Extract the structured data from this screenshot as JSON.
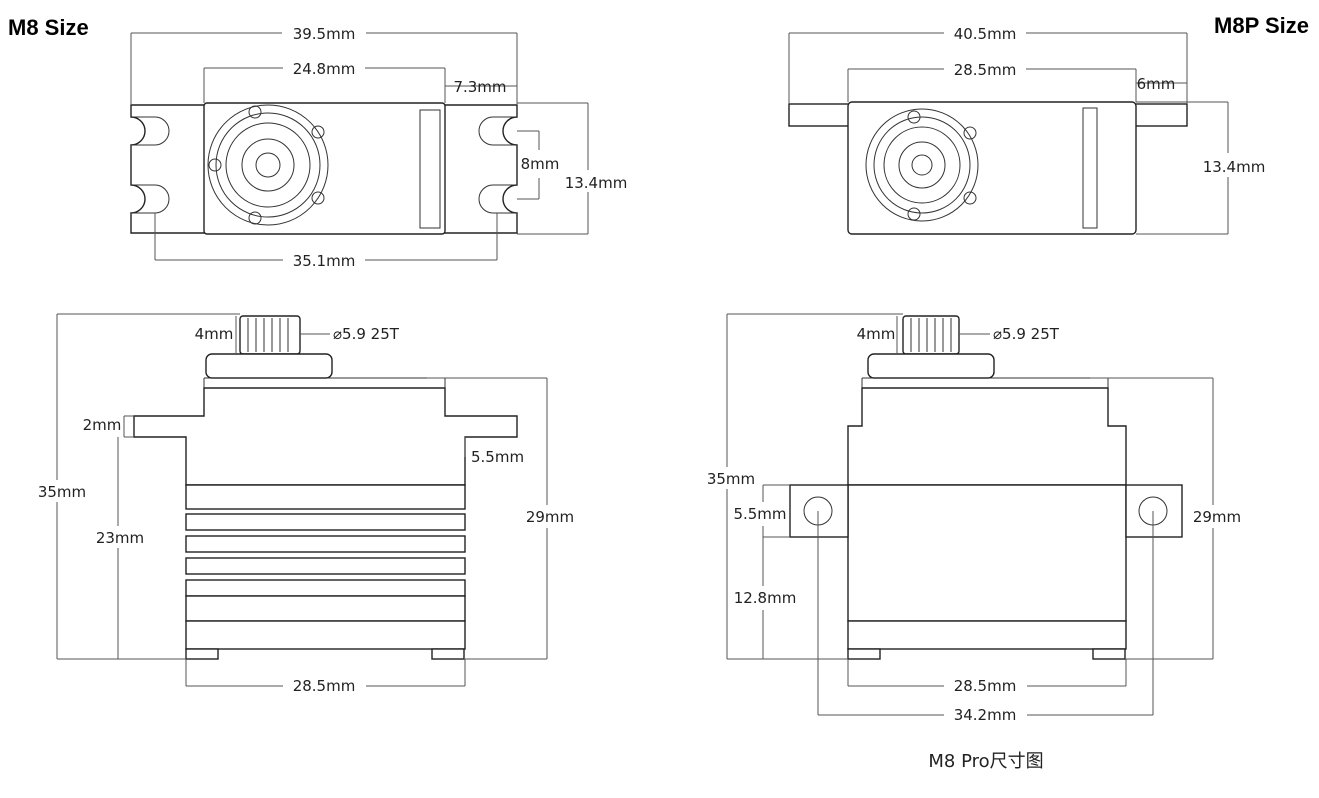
{
  "titles": {
    "left": "M8 Size",
    "right": "M8P Size"
  },
  "caption": "M8 Pro尺寸图",
  "m8_top": {
    "total_width": "39.5mm",
    "case_width": "24.8mm",
    "tab_width": "7.3mm",
    "hole_spacing_v": "8mm",
    "height": "13.4mm",
    "hole_spacing_h": "35.1mm"
  },
  "m8p_top": {
    "total_width": "40.5mm",
    "case_width": "28.5mm",
    "tab_width": "6mm",
    "height": "13.4mm"
  },
  "m8_side": {
    "spline_height": "4mm",
    "spline": "⌀5.9 25T",
    "flange_height": "2mm",
    "flange_offset": "5.5mm",
    "total_height": "35mm",
    "lower_height": "23mm",
    "body_height": "29mm",
    "width": "28.5mm"
  },
  "m8p_side": {
    "spline_height": "4mm",
    "spline": "⌀5.9 25T",
    "total_height": "35mm",
    "tab_height": "5.5mm",
    "lower_height": "12.8mm",
    "body_height": "29mm",
    "width": "28.5mm",
    "hole_spacing": "34.2mm"
  }
}
